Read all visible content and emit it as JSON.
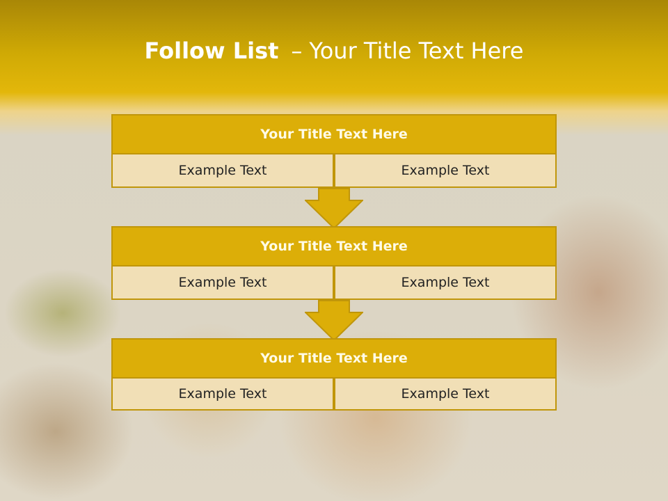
{
  "slide": {
    "title_strong": "Follow List",
    "title_separator": "–",
    "title_rest": "Your Title Text Here"
  },
  "blocks": [
    {
      "title": "Your Title Text Here",
      "left": "Example Text",
      "right": "Example Text"
    },
    {
      "title": "Your Title Text Here",
      "left": "Example Text",
      "right": "Example Text"
    },
    {
      "title": "Your Title Text Here",
      "left": "Example Text",
      "right": "Example Text"
    }
  ],
  "colors": {
    "header_gold": "#e3b70a",
    "box_gold": "#dcae08",
    "box_border": "#c0960a",
    "cell_fill": "#f1dfb6",
    "arrow_fill": "#dcae08"
  },
  "icons": [
    "down-arrow-icon"
  ]
}
